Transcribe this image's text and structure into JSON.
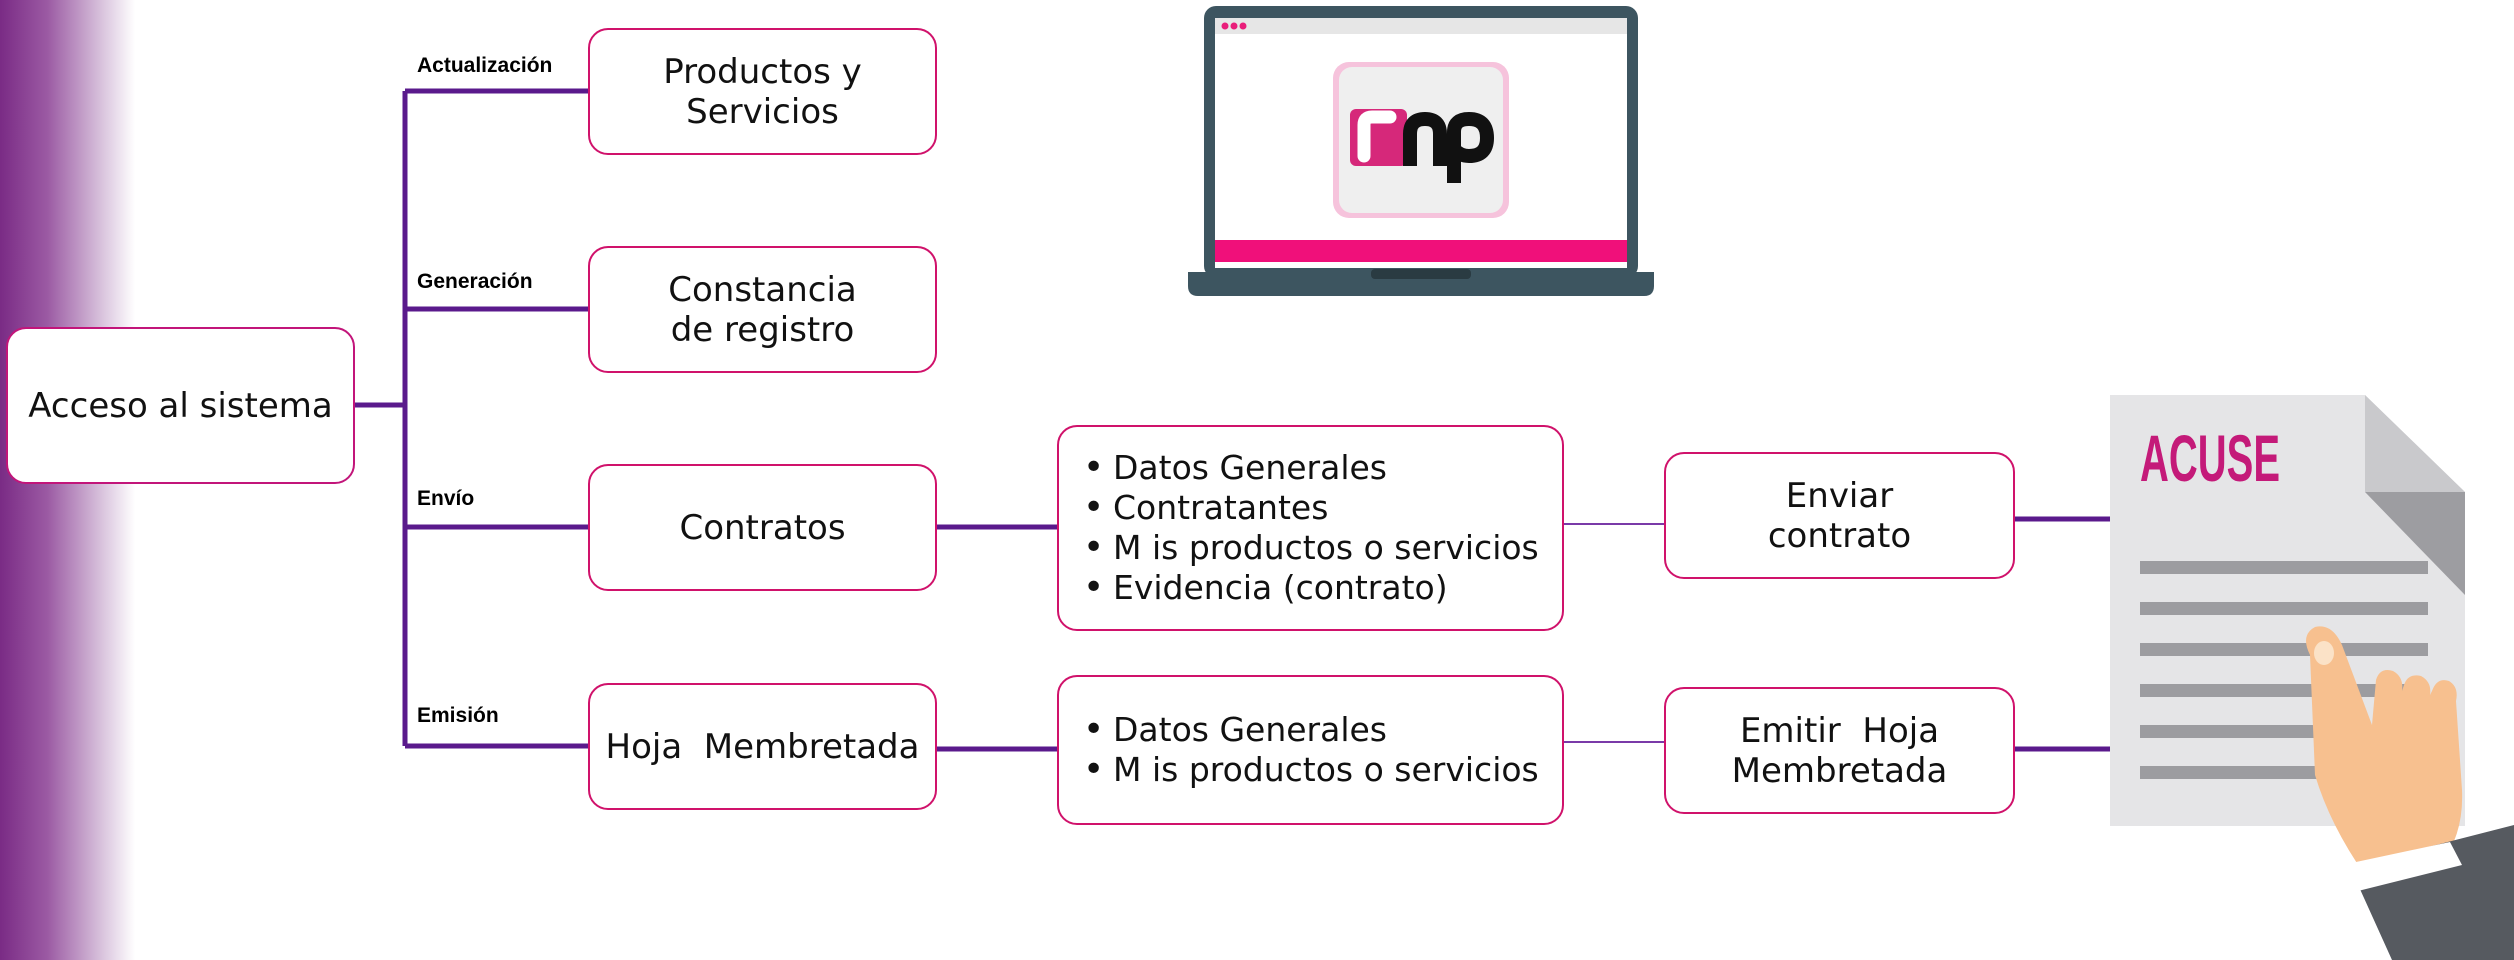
{
  "colors": {
    "accent_pink": "#d0126b",
    "connector_purple": "#5a1a8c",
    "band_purple": "#7a2b85"
  },
  "root": {
    "label": "Acceso al sistema"
  },
  "branches": [
    {
      "tag": "Actualización",
      "box": "Productos y Servicios"
    },
    {
      "tag": "Generación",
      "box": "Constancia de registro"
    },
    {
      "tag": "Envío",
      "box": "Contratos"
    },
    {
      "tag": "Emisión",
      "box": "Hoja  Membretada"
    }
  ],
  "contratos_details": [
    "Datos Generales",
    "Contratantes",
    "M is productos o servicios",
    "Evidencia (contrato)"
  ],
  "hoja_details": [
    "Datos Generales",
    "M is productos o servicios"
  ],
  "actions": {
    "enviar": "Enviar contrato",
    "emitir": "Emitir  Hoja Membretada"
  },
  "acuse": {
    "title": "ACUSE"
  },
  "laptop": {
    "logo": "rnp",
    "logo_icon": "rnp-logo-icon"
  }
}
